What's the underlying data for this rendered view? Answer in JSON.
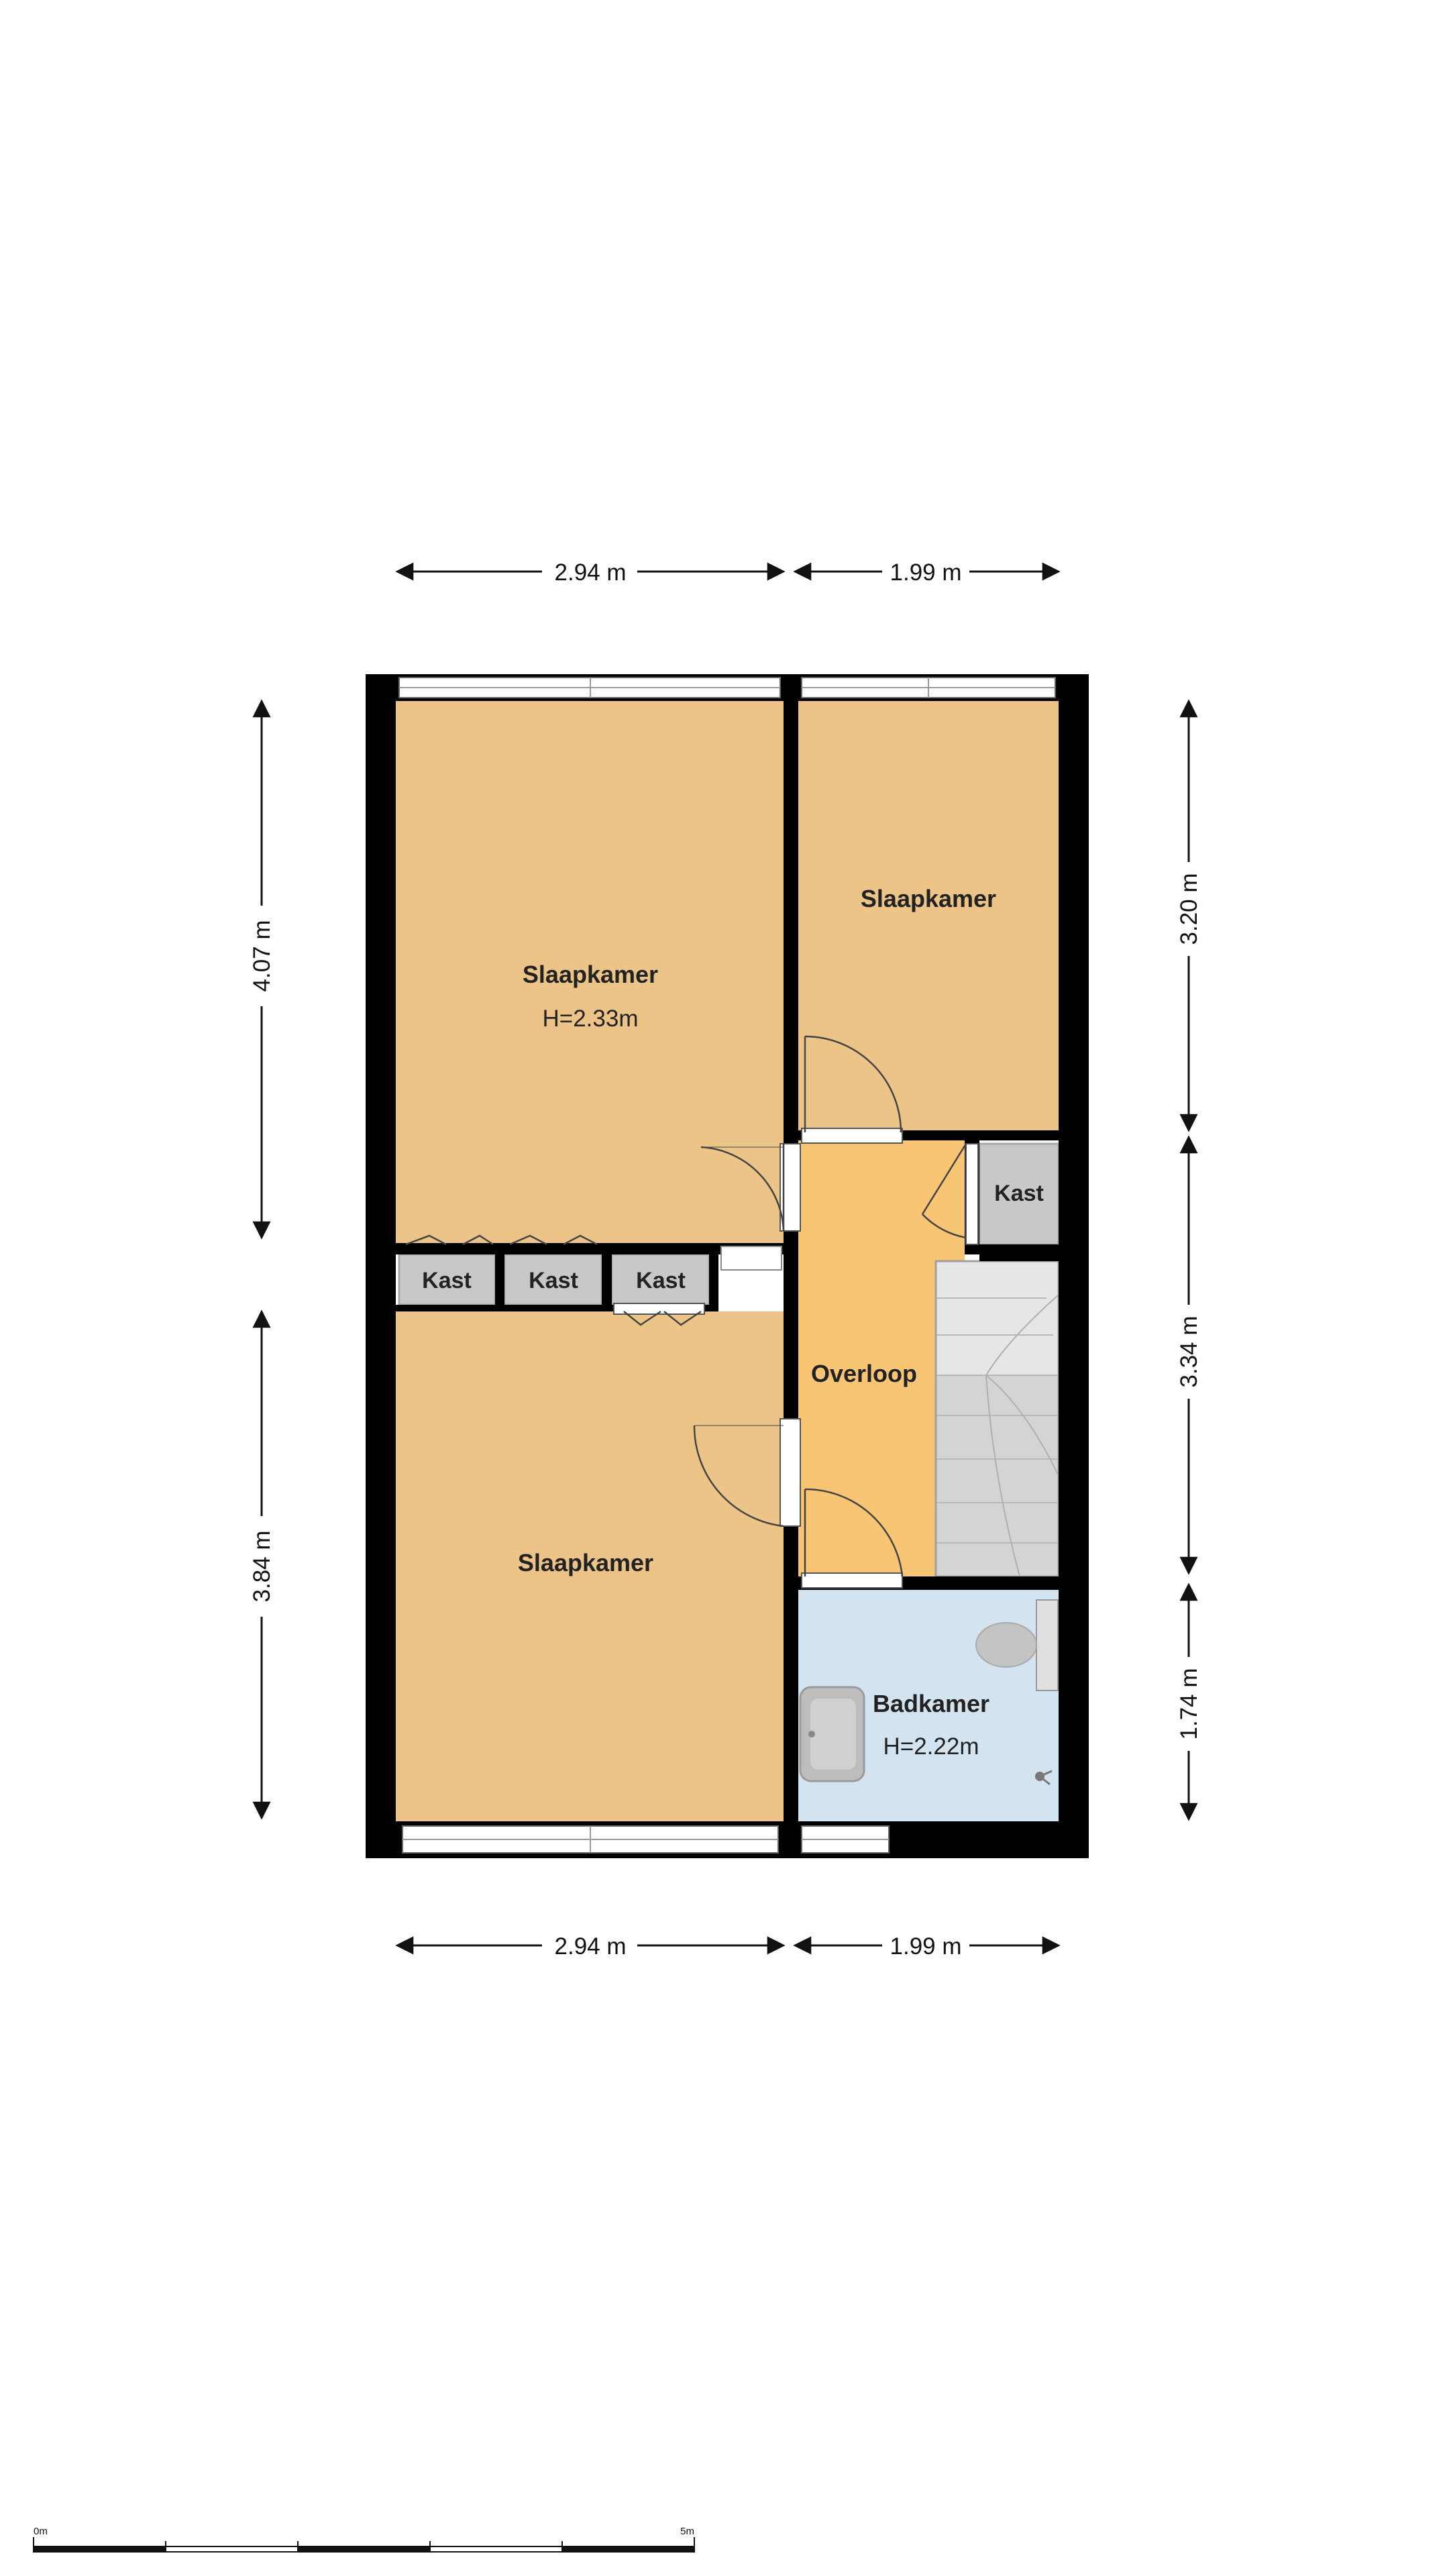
{
  "rooms": {
    "bedroom_large": {
      "name": "Slaapkamer",
      "height": "H=2.33m"
    },
    "bedroom_small": {
      "name": "Slaapkamer"
    },
    "bedroom_lower": {
      "name": "Slaapkamer"
    },
    "landing": {
      "name": "Overloop"
    },
    "bathroom": {
      "name": "Badkamer",
      "height": "H=2.22m"
    },
    "closets": [
      {
        "name": "Kast"
      },
      {
        "name": "Kast"
      },
      {
        "name": "Kast"
      },
      {
        "name": "Kast"
      }
    ]
  },
  "dimensions": {
    "top_left": "2.94 m",
    "top_right": "1.99 m",
    "bottom_left": "2.94 m",
    "bottom_right": "1.99 m",
    "left_upper": "4.07 m",
    "left_lower": "3.84 m",
    "right_upper": "3.20 m",
    "right_middle": "3.34 m",
    "right_lower": "1.74 m"
  },
  "scale_bar": {
    "start_label": "0m",
    "end_label": "5m"
  },
  "colors": {
    "bedroom": "#ecc488",
    "landing": "#f8c574",
    "bathroom": "#d3e3ef",
    "closet": "#c8c8c8",
    "stairs": "#cfcfcf",
    "wall": "#000000"
  }
}
